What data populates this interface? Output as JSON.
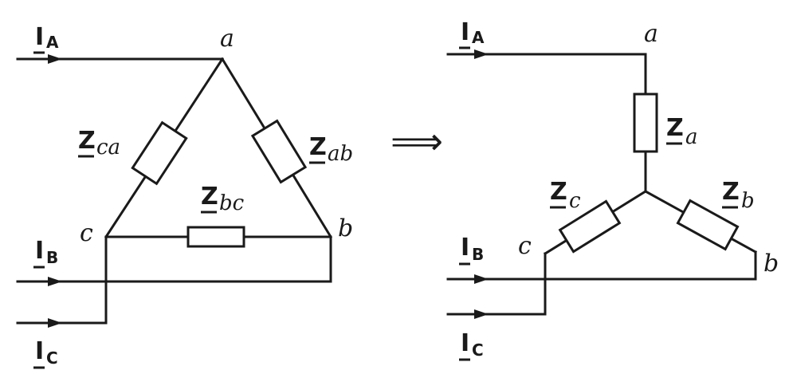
{
  "delta": {
    "nodes": {
      "a": "a",
      "b": "b",
      "c": "c"
    },
    "currents": {
      "A": {
        "symbol": "I",
        "sub": "A"
      },
      "B": {
        "symbol": "I",
        "sub": "B"
      },
      "C": {
        "symbol": "I",
        "sub": "C"
      }
    },
    "impedances": {
      "ca": {
        "symbol": "Z",
        "sub": "ca"
      },
      "ab": {
        "symbol": "Z",
        "sub": "ab"
      },
      "bc": {
        "symbol": "Z",
        "sub": "bc"
      }
    }
  },
  "transform_arrow": "⟹",
  "star": {
    "nodes": {
      "a": "a",
      "b": "b",
      "c": "c"
    },
    "currents": {
      "A": {
        "symbol": "I",
        "sub": "A"
      },
      "B": {
        "symbol": "I",
        "sub": "B"
      },
      "C": {
        "symbol": "I",
        "sub": "C"
      }
    },
    "impedances": {
      "a": {
        "symbol": "Z",
        "sub": "a"
      },
      "b": {
        "symbol": "Z",
        "sub": "b"
      },
      "c": {
        "symbol": "Z",
        "sub": "c"
      }
    }
  }
}
